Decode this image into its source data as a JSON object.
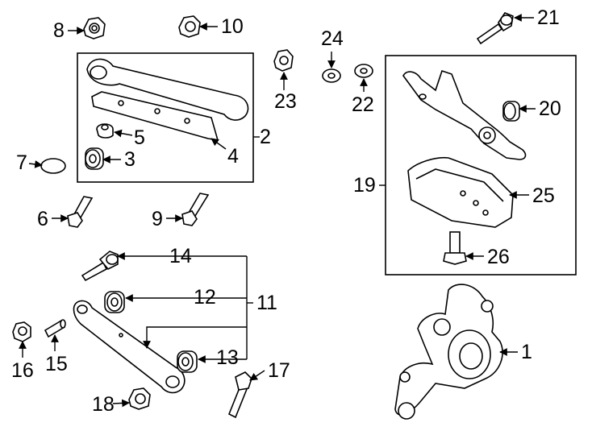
{
  "callouts": {
    "c1": "1",
    "c2": "2",
    "c3": "3",
    "c4": "4",
    "c5": "5",
    "c6": "6",
    "c7": "7",
    "c8": "8",
    "c9": "9",
    "c10": "10",
    "c11": "11",
    "c12": "12",
    "c13": "13",
    "c14": "14",
    "c15": "15",
    "c16": "16",
    "c17": "17",
    "c18": "18",
    "c19": "19",
    "c20": "20",
    "c21": "21",
    "c22": "22",
    "c23": "23",
    "c24": "24",
    "c25": "25",
    "c26": "26"
  },
  "colors": {
    "line": "#000000",
    "fill": "#ffffff",
    "background": "#ffffff"
  }
}
